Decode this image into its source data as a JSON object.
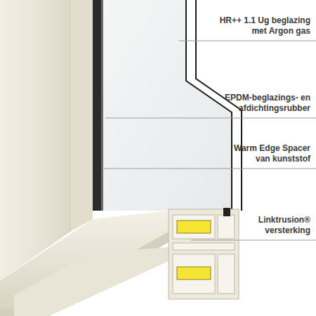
{
  "diagram": {
    "labels": [
      "HR++ 1.1 Ug beglazing met Argon gas",
      "EPDM-beglazings- en afdichtingsrubber",
      "Warm Edge Spacer van kunststof",
      "Linktrusion® versterking"
    ]
  }
}
